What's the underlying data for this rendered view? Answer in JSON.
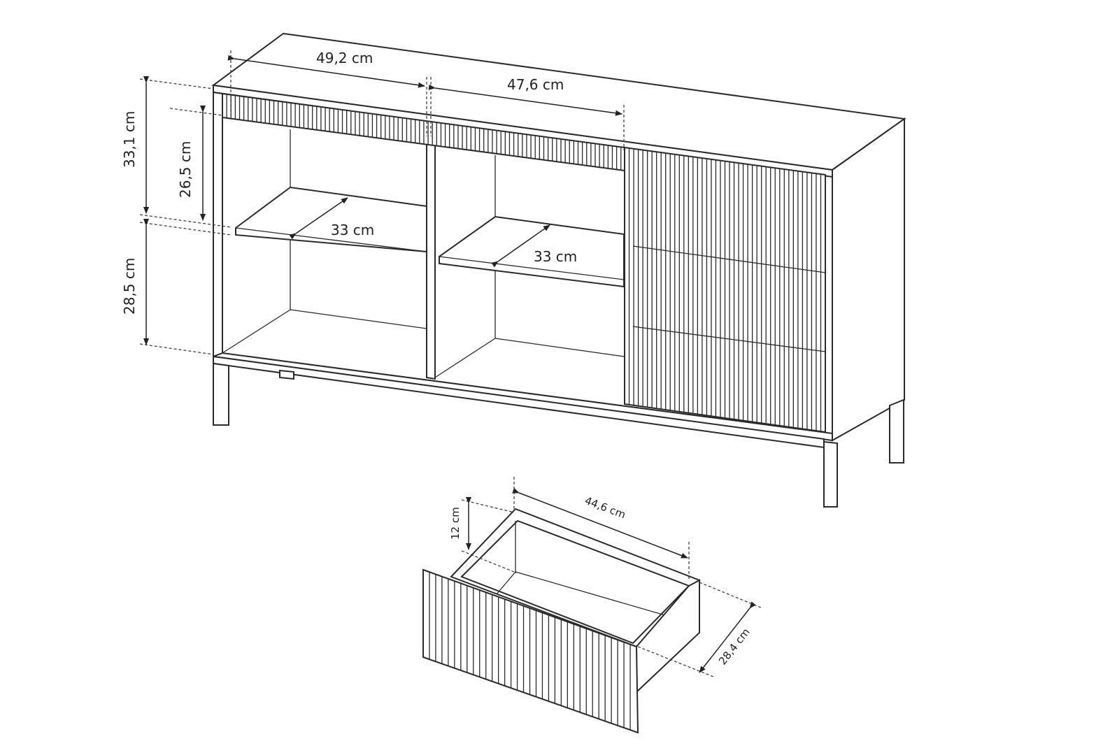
{
  "dimensions": {
    "top_left_width": "49,2 cm",
    "top_middle_width": "47,6 cm",
    "upper_height": "33,1 cm",
    "inner_upper_height": "26,5 cm",
    "lower_height": "28,5 cm",
    "left_shelf_depth": "33 cm",
    "right_shelf_depth": "33 cm",
    "drawer_width": "44,6 cm",
    "drawer_height": "12 cm",
    "drawer_depth": "28,4 cm"
  },
  "colors": {
    "line": "#2a2a2a",
    "background": "#ffffff"
  }
}
